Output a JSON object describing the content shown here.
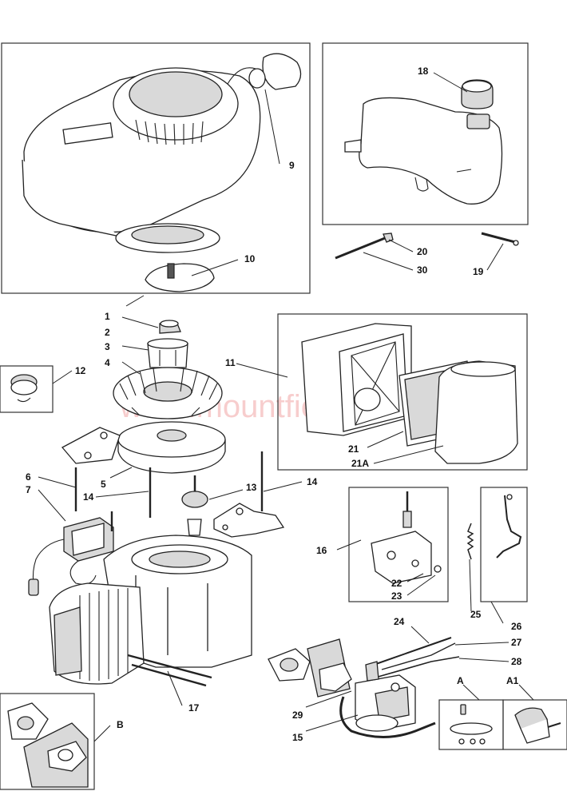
{
  "labels": {
    "l1": "1",
    "l2": "2",
    "l3": "3",
    "l4": "4",
    "l5": "5",
    "l6": "6",
    "l7": "7",
    "l9": "9",
    "l10": "10",
    "l11": "11",
    "l12": "12",
    "l13": "13",
    "l14a": "14",
    "l14b": "14",
    "l15": "15",
    "l16": "16",
    "l17": "17",
    "l18": "18",
    "l19": "19",
    "l20": "20",
    "l21": "21",
    "l21a": "21A",
    "l22": "22",
    "l23": "23",
    "l24": "24",
    "l25": "25",
    "l26": "26",
    "l27": "27",
    "l28": "28",
    "l29": "29",
    "l30": "30",
    "lA": "A",
    "lA1": "A1",
    "lB": "B"
  },
  "watermark": "www.mountfieldsparesdirect",
  "colors": {
    "line": "#222222",
    "watermark": "#e23b3b",
    "shade": "#d9d9d9"
  }
}
